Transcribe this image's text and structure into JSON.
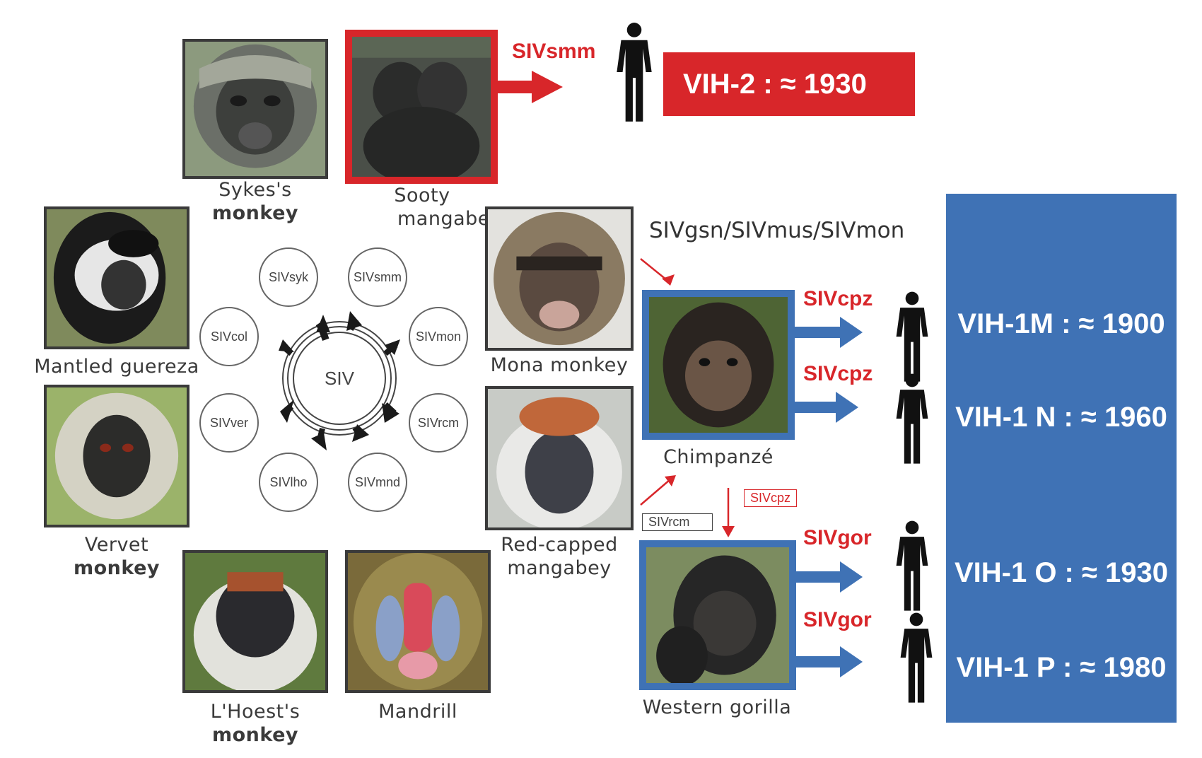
{
  "animals": {
    "sykes": {
      "line1": "Sykes's",
      "line2": "monkey"
    },
    "sooty": {
      "line1": "Sooty",
      "line2": "mangabey"
    },
    "mantled": {
      "line1": "Mantled guereza"
    },
    "vervet": {
      "line1": "Vervet",
      "line2": "monkey"
    },
    "lhoest": {
      "line1": "L'Hoest's",
      "line2": "monkey"
    },
    "mandrill": {
      "line1": "Mandrill"
    },
    "mona": {
      "line1": "Mona monkey"
    },
    "redcapped": {
      "line1": "Red-capped",
      "line2": "mangabey"
    },
    "chimp": {
      "line1": "Chimpanzé"
    },
    "gorilla": {
      "line1": "Western gorilla"
    }
  },
  "wheel": {
    "center": "SIV",
    "nodes": [
      "SIVsyk",
      "SIVsmm",
      "SIVmon",
      "SIVrcm",
      "SIVmnd",
      "SIVlho",
      "SIVver",
      "SIVcol"
    ]
  },
  "labels": {
    "sivsmm": "SIVsmm",
    "sivgsn": "SIVgsn/SIVmus/SIVmon",
    "sivcpz_1": "SIVcpz",
    "sivcpz_2": "SIVcpz",
    "sivgor_1": "SIVgor",
    "sivgor_2": "SIVgor",
    "tag_sivcpz": "SIVcpz",
    "tag_sivrcm": "SIVrcm"
  },
  "hiv": {
    "vih2": "VIH-2 : ≈ 1930",
    "vih1m": "VIH-1M : ≈ 1900",
    "vih1n": "VIH-1 N : ≈ 1960",
    "vih1o": "VIH-1 O : ≈ 1930",
    "vih1p": "VIH-1 P : ≈ 1980"
  },
  "colors": {
    "red": "#d8262a",
    "blue": "#3f72b5",
    "text": "#3a3a3a"
  }
}
